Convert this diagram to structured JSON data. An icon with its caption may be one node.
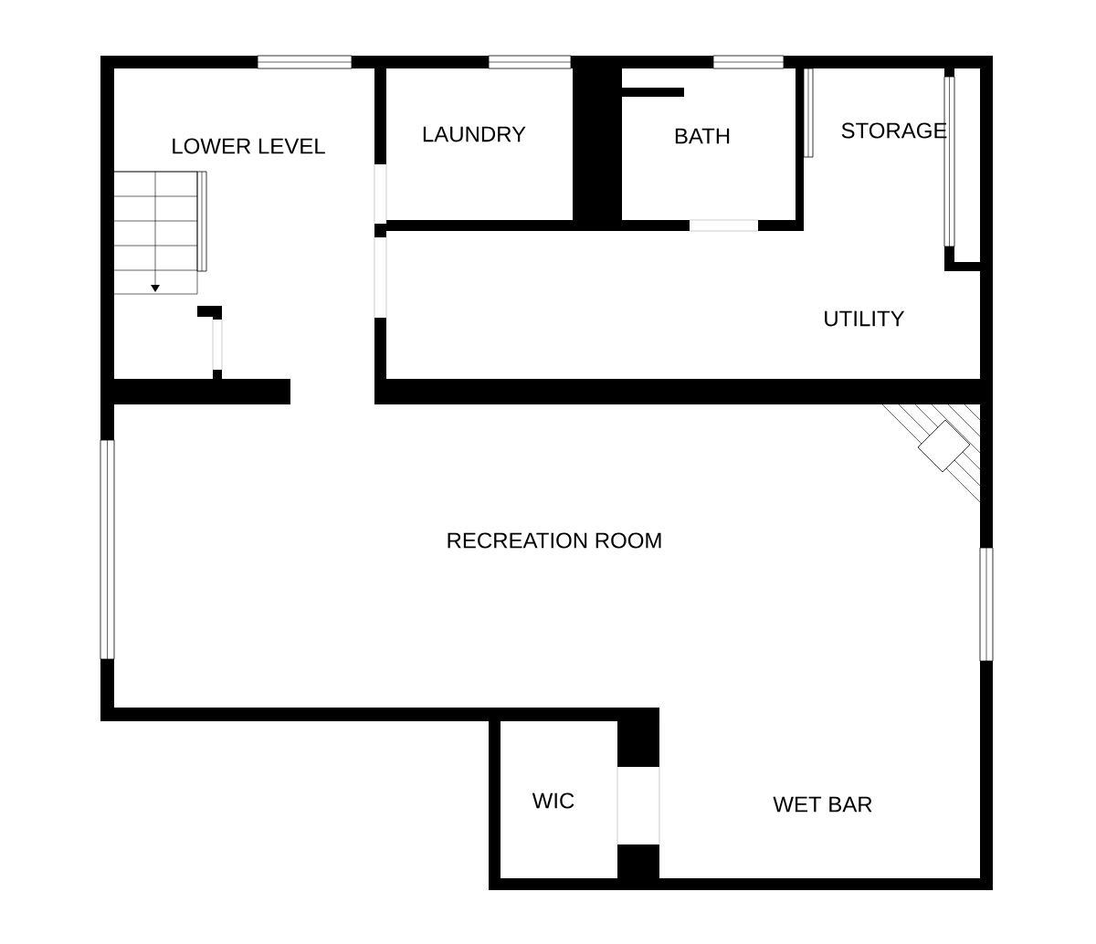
{
  "diagram": {
    "labels": [
      "LOWER LEVEL",
      "LAUNDRY",
      "BATH",
      "STORAGE",
      "UTILITY",
      "RECREATION ROOM",
      "WIC",
      "WET BAR"
    ]
  }
}
